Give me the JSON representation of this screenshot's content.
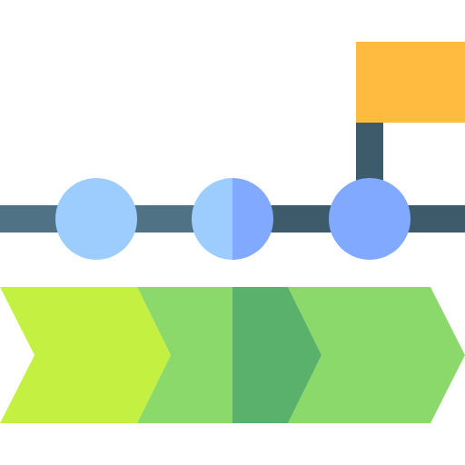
{
  "icon": {
    "name": "timeline-roadmap-icon",
    "colors": {
      "track_left": "#4f7384",
      "track_right": "#3d5b6b",
      "pole": "#3d5b6b",
      "flag": "#ffbb40",
      "node_light": "#9dccff",
      "node_dark": "#80a9ff",
      "chevron_lime": "#c4f042",
      "chevron_green": "#8bd86b",
      "chevron_dark_green": "#59b16b"
    },
    "milestones": [
      {
        "name": "milestone-node-1",
        "fill": "light"
      },
      {
        "name": "milestone-node-2",
        "fill": "split"
      },
      {
        "name": "milestone-node-3",
        "fill": "dark"
      }
    ],
    "chevrons": [
      {
        "name": "chevron-arrow-1",
        "color": "lime"
      },
      {
        "name": "chevron-arrow-2",
        "color": "green"
      },
      {
        "name": "chevron-arrow-3",
        "color": "green"
      }
    ]
  }
}
